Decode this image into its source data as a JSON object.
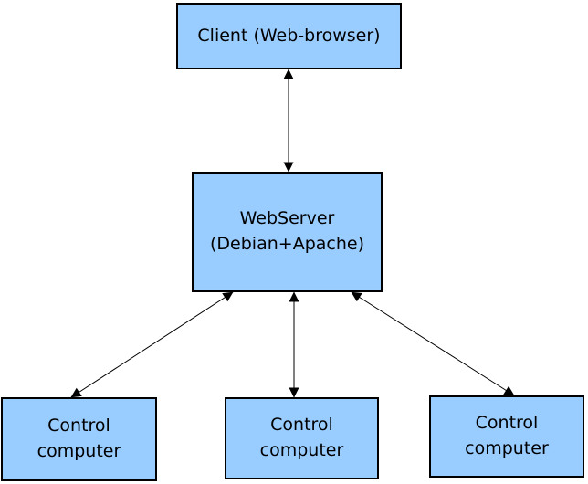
{
  "diagram": {
    "colors": {
      "background": "#ffffff",
      "node_fill": "#99ccff",
      "node_border": "#000000",
      "arrow": "#000000",
      "text": "#000000"
    },
    "nodes": {
      "client": {
        "label": "Client (Web-browser)"
      },
      "webserver": {
        "label": "WebServer\n(Debian+Apache)"
      },
      "control_left": {
        "label": "Control\ncomputer"
      },
      "control_center": {
        "label": "Control\ncomputer"
      },
      "control_right": {
        "label": "Control\ncomputer"
      }
    },
    "edges": [
      {
        "from": "client",
        "to": "webserver",
        "direction": "bidirectional"
      },
      {
        "from": "webserver",
        "to": "control_left",
        "direction": "bidirectional"
      },
      {
        "from": "webserver",
        "to": "control_center",
        "direction": "bidirectional"
      },
      {
        "from": "webserver",
        "to": "control_right",
        "direction": "bidirectional"
      }
    ]
  }
}
